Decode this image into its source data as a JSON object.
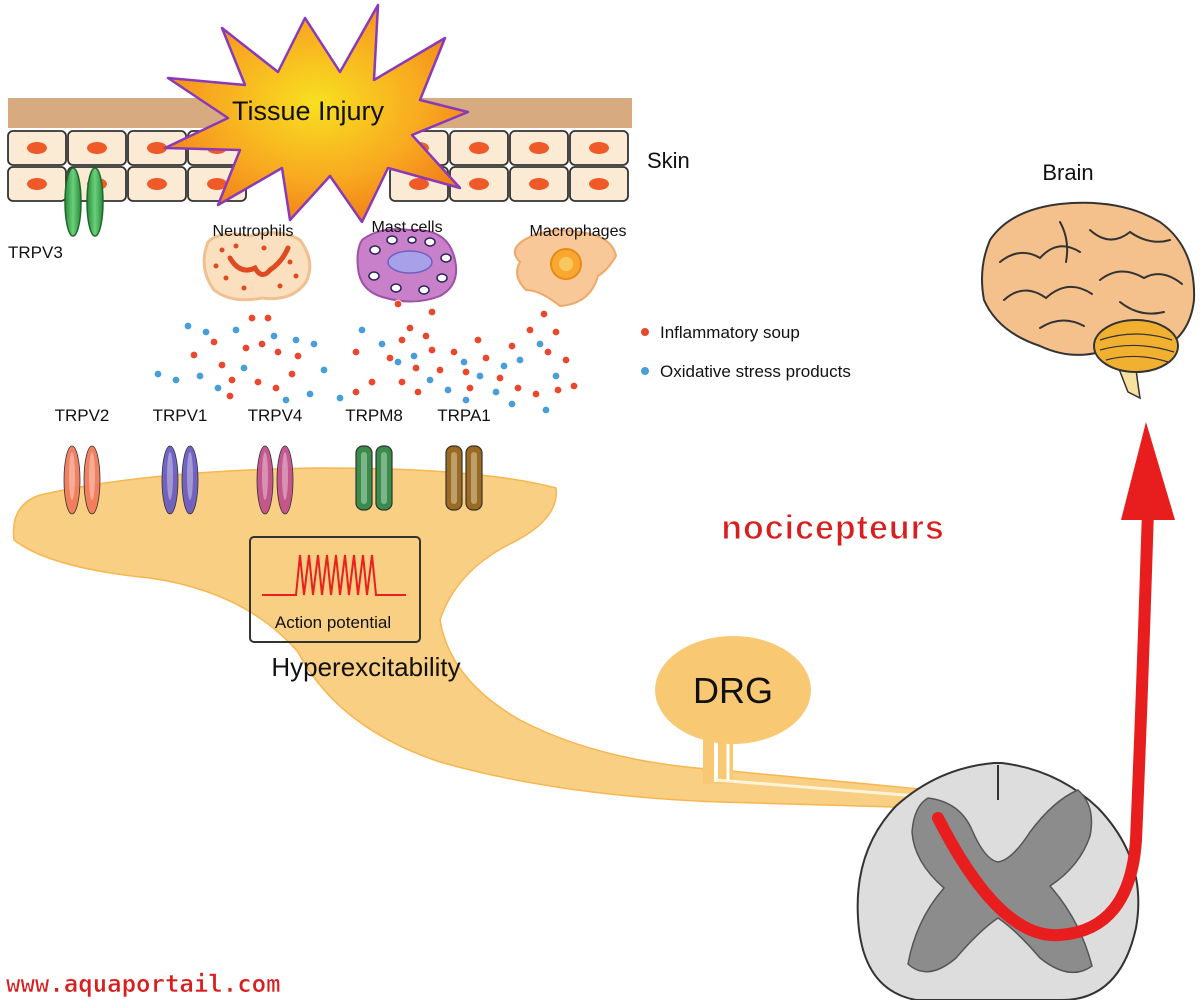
{
  "labels": {
    "tissue_injury": "Tissue Injury",
    "skin": "Skin",
    "brain": "Brain",
    "trpv3": "TRPV3",
    "neutrophils": "Neutrophils",
    "mast_cells": "Mast cells",
    "macrophages": "Macrophages",
    "action_potential": "Action potential",
    "hyperexcitability": "Hyperexcitability",
    "drg": "DRG",
    "nociceptors": "nocicepteurs",
    "watermark": "www.aquaportail.com"
  },
  "legend": {
    "inflammatory": "Inflammatory soup",
    "oxidative": "Oxidative stress products"
  },
  "channels": [
    {
      "name": "TRPV2",
      "color": "#f07a5a"
    },
    {
      "name": "TRPV1",
      "color": "#6a5cc0"
    },
    {
      "name": "TRPV4",
      "color": "#c0508a"
    },
    {
      "name": "TRPM8",
      "color": "#3a8c4a"
    },
    {
      "name": "TRPA1",
      "color": "#9a6a20"
    }
  ],
  "colors": {
    "inflammatory": "#e8482e",
    "oxidative": "#4a9ed8",
    "neuron": "#f8c873",
    "pathway": "#e81e1e",
    "nociceptors_text": "#d81e1e"
  }
}
